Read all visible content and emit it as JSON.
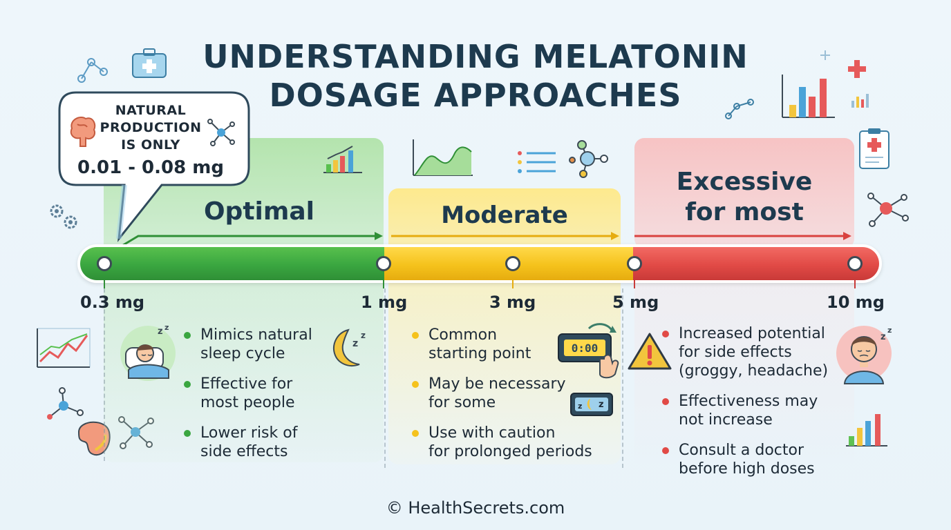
{
  "title": {
    "line1": "UNDERSTANDING MELATONIN",
    "line2": "DOSAGE APPROACHES"
  },
  "callout": {
    "line1": "NATURAL",
    "line2": "PRODUCTION",
    "line3": "IS ONLY",
    "range": "0.01 - 0.08 mg"
  },
  "zones": {
    "optimal": {
      "label": "Optimal",
      "color": "#3aa640"
    },
    "moderate": {
      "label": "Moderate",
      "color": "#f5c21c"
    },
    "excessive": {
      "line1": "Excessive",
      "line2": "for most",
      "color": "#e14a46"
    }
  },
  "ticks": [
    "0.3 mg",
    "1 mg",
    "3 mg",
    "5 mg",
    "10 mg"
  ],
  "lists": {
    "optimal": [
      {
        "l1": "Mimics natural",
        "l2": "sleep cycle"
      },
      {
        "l1": "Effective for",
        "l2": "most people"
      },
      {
        "l1": "Lower risk of",
        "l2": "side effects"
      }
    ],
    "moderate": [
      {
        "l1": "Common",
        "l2": "starting point"
      },
      {
        "l1": "May be necessary",
        "l2": "for some"
      },
      {
        "l1": "Use with caution",
        "l2": "for prolonged periods"
      }
    ],
    "excessive": [
      {
        "l1": "Increased potential",
        "l2": "for side effects",
        "l3": "(groggy, headache)"
      },
      {
        "l1": "Effectiveness may",
        "l2": "not increase"
      },
      {
        "l1": "Consult a doctor",
        "l2": "before high doses"
      }
    ]
  },
  "clock_display": "0:00",
  "footer": "© HealthSecrets.com"
}
